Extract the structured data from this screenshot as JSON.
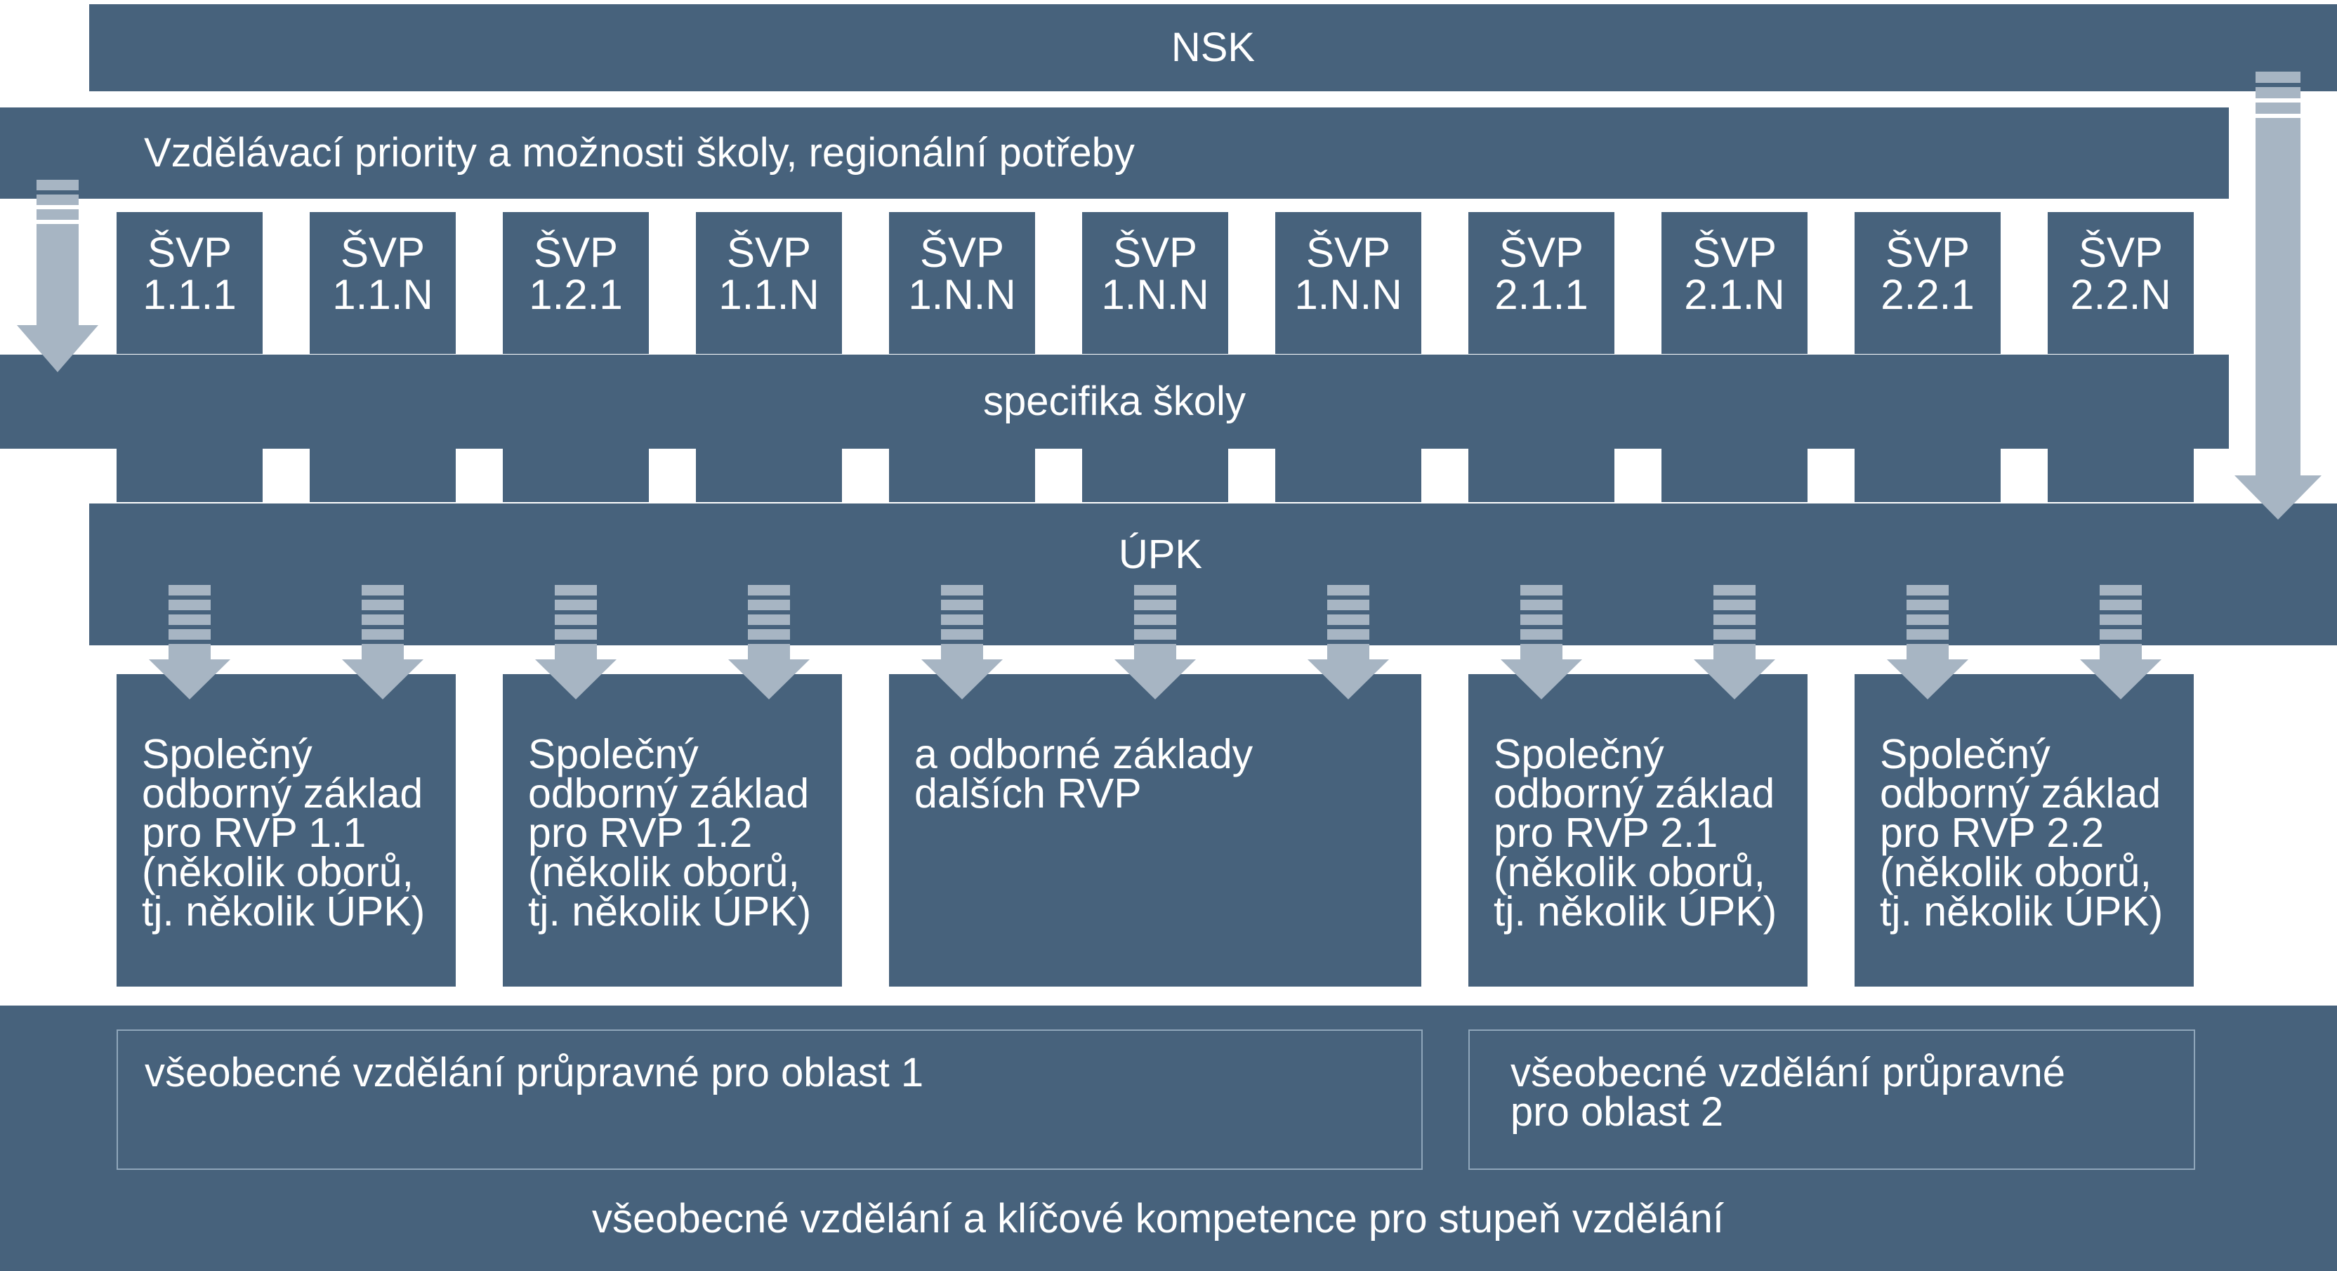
{
  "top_bar": {
    "label": "NSK"
  },
  "priorities_bar": {
    "label": "Vzdělávací priority a možnosti školy, regionální potřeby"
  },
  "svp_boxes": [
    {
      "line1": "ŠVP",
      "line2": "1.1.1"
    },
    {
      "line1": "ŠVP",
      "line2": "1.1.N"
    },
    {
      "line1": "ŠVP",
      "line2": "1.2.1"
    },
    {
      "line1": "ŠVP",
      "line2": "1.1.N"
    },
    {
      "line1": "ŠVP",
      "line2": "1.N.N"
    },
    {
      "line1": "ŠVP",
      "line2": "1.N.N"
    },
    {
      "line1": "ŠVP",
      "line2": "1.N.N"
    },
    {
      "line1": "ŠVP",
      "line2": "2.1.1"
    },
    {
      "line1": "ŠVP",
      "line2": "2.1.N"
    },
    {
      "line1": "ŠVP",
      "line2": "2.2.1"
    },
    {
      "line1": "ŠVP",
      "line2": "2.2.N"
    }
  ],
  "school_bar": {
    "label": "specifika školy"
  },
  "upk_bar": {
    "label": "ÚPK"
  },
  "foundation_blocks": [
    {
      "lines": [
        "Společný",
        "odborný základ",
        "pro RVP 1.1",
        "(několik oborů,",
        "tj. několik ÚPK)"
      ]
    },
    {
      "lines": [
        "Společný",
        "odborný základ",
        "pro RVP 1.2",
        "(několik oborů,",
        "tj. několik ÚPK)"
      ]
    },
    {
      "lines": [
        "a odborné základy",
        "dalších RVP"
      ]
    },
    {
      "lines": [
        "Společný",
        "odborný základ",
        "pro RVP 2.1",
        "(několik oborů,",
        "tj. několik ÚPK)"
      ]
    },
    {
      "lines": [
        "Společný",
        "odborný základ",
        "pro RVP 2.2",
        "(několik oborů,",
        "tj. několik ÚPK)"
      ]
    }
  ],
  "general_section": {
    "area1_lines": [
      "všeobecné vzdělání průpravné pro oblast 1"
    ],
    "area2_lines": [
      "všeobecné vzdělání průpravné",
      "pro oblast 2"
    ],
    "bottom_label": "všeobecné vzdělání a klíčové kompetence pro stupeň vzdělání"
  },
  "colors": {
    "box": "#47627c",
    "arrow": "#a7b5c3",
    "text": "#ffffff",
    "outline": "#8fa6ba"
  }
}
